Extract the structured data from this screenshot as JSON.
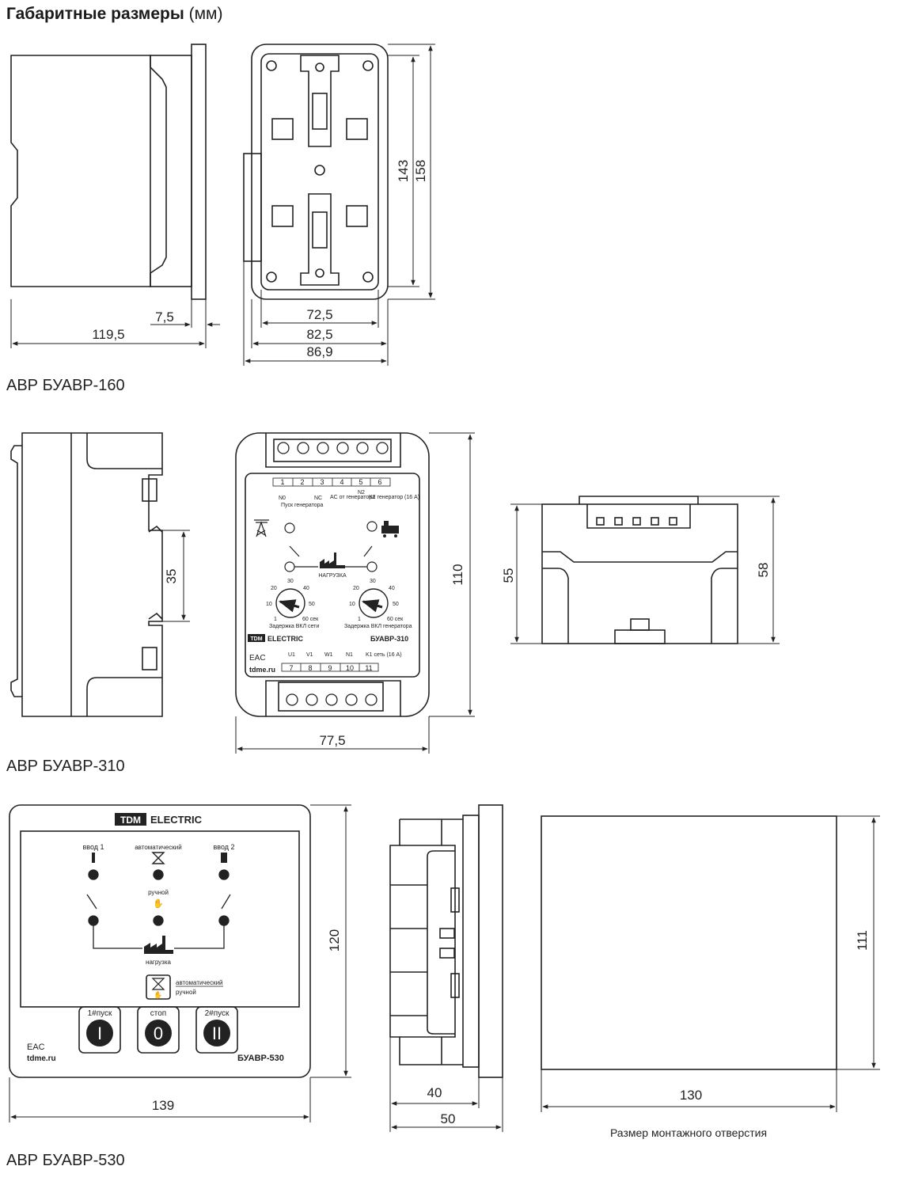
{
  "header": {
    "title_bold": "Габаритные размеры",
    "title_unit": "(мм)"
  },
  "sections": {
    "s160": {
      "label": "АВР БУАВР-160"
    },
    "s310": {
      "label": "АВР БУАВР-310"
    },
    "s530": {
      "label": "АВР БУАВР-530"
    }
  },
  "dims160": {
    "depth": "119,5",
    "flange": "7,5",
    "h_inner": "143",
    "h_outer": "158",
    "w1": "72,5",
    "w2": "82,5",
    "w3": "86,9"
  },
  "dims310": {
    "din": "35",
    "height": "110",
    "width": "77,5",
    "side_h": "55",
    "side_h2": "58"
  },
  "dims530": {
    "width": "139",
    "height": "120",
    "depth1": "40",
    "depth2": "50",
    "hole_w": "130",
    "hole_h": "111",
    "hole_caption": "Размер монтажного отверстия"
  },
  "face310": {
    "terms_top": [
      "1",
      "2",
      "3",
      "4",
      "5",
      "6"
    ],
    "sub_no": "N0",
    "sub_nc": "NC",
    "sub_start": "Пуск генератора",
    "sub_ac": "AC от генератора",
    "sub_n2": "N2",
    "sub_k2": "K2 генератор (16 А)",
    "load": "НАГРУЗКА",
    "knob_ticks": [
      "20",
      "30",
      "40",
      "10",
      "50",
      "1",
      "60 сек"
    ],
    "knob1_caption": "Задержка ВКЛ сети",
    "knob2_caption": "Задержка ВКЛ генератора",
    "brand": "TDM",
    "brand2": "ELECTRIC",
    "model": "БУАВР-310",
    "terms_bot_labels": [
      "U1",
      "V1",
      "W1",
      "N1",
      "K1 сеть (16 А)"
    ],
    "terms_bot": [
      "7",
      "8",
      "9",
      "10",
      "11"
    ],
    "eac": "EAC",
    "site": "tdme.ru"
  },
  "face530": {
    "brand": "TDM",
    "brand2": "ELECTRIC",
    "in1": "ввод 1",
    "auto": "автоматический",
    "in2": "ввод 2",
    "manual": "ручной",
    "load": "нагрузка",
    "mode_auto": "автоматический",
    "mode_manual": "ручной",
    "btn1_label": "1#пуск",
    "btn1_glyph": "I",
    "btn2_label": "стоп",
    "btn2_glyph": "0",
    "btn3_label": "2#пуск",
    "btn3_glyph": "II",
    "eac": "EAC",
    "site": "tdme.ru",
    "model": "БУАВР-530"
  }
}
